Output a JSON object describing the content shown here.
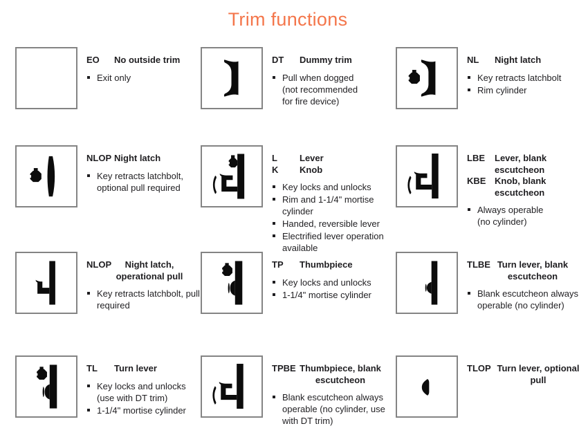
{
  "title": "Trim functions",
  "colors": {
    "title_orange": "#F4764B",
    "text_black": "#1F1E21",
    "box_border_gray": "#848484",
    "icon_black": "#0C0C0C"
  },
  "cells": [
    {
      "id": "eo",
      "icon": "empty-box",
      "header": [
        {
          "code": "EO",
          "name": "No outside trim"
        }
      ],
      "bullets": [
        "Exit only"
      ]
    },
    {
      "id": "dt",
      "icon": "pull-handle",
      "header": [
        {
          "code": "DT",
          "name": "Dummy trim"
        }
      ],
      "bullets": [
        "Pull when dogged (not recommended for fire device)"
      ]
    },
    {
      "id": "nl",
      "icon": "pull-handle-with-rim-cylinder",
      "header": [
        {
          "code": "NL",
          "name": "Night latch"
        }
      ],
      "bullets": [
        "Key retracts latchbolt",
        "Rim cylinder"
      ]
    },
    {
      "id": "nlop",
      "icon": "escutcheon-with-cylinder",
      "header": [
        {
          "code": "NLOP",
          "name": "Night latch"
        }
      ],
      "bullets": [
        "Key retracts latchbolt, optional pull required"
      ]
    },
    {
      "id": "l-k",
      "icon": "lever-with-cylinder",
      "header": [
        {
          "code": "L",
          "name": "Lever"
        },
        {
          "code": "K",
          "name": "Knob"
        }
      ],
      "bullets": [
        "Key locks and unlocks",
        "Rim and 1-1/4\" mortise cylinder",
        "Handed, reversible lever",
        "Electrified lever operation available"
      ]
    },
    {
      "id": "lbe-kbe",
      "icon": "lever-blank-escutcheon",
      "header": [
        {
          "code": "LBE",
          "name": "Lever, blank escutcheon"
        },
        {
          "code": "KBE",
          "name": "Knob, blank escutcheon"
        }
      ],
      "bullets": [
        "Always operable (no cylinder)"
      ]
    },
    {
      "id": "nlop-op",
      "icon": "escutcheon-with-operational-pull",
      "header": [
        {
          "code": "NLOP",
          "name": "Night latch, operational pull"
        }
      ],
      "bullets": [
        "Key retracts latchbolt, pull required"
      ]
    },
    {
      "id": "tp",
      "icon": "thumbpiece-with-cylinder",
      "header": [
        {
          "code": "TP",
          "name": "Thumbpiece"
        }
      ],
      "bullets": [
        "Key locks and unlocks",
        "1-1/4\" mortise cylinder"
      ]
    },
    {
      "id": "tlbe",
      "icon": "turn-lever-blank-escutcheon",
      "header": [
        {
          "code": "TLBE",
          "name": "Turn lever, blank escutcheon"
        }
      ],
      "bullets": [
        "Blank escutcheon always operable (no cylinder)"
      ]
    },
    {
      "id": "tl",
      "icon": "turn-lever-with-cylinder",
      "header": [
        {
          "code": "TL",
          "name": "Turn lever"
        }
      ],
      "bullets": [
        "Key locks and unlocks (use with DT trim)",
        "1-1/4\" mortise cylinder"
      ]
    },
    {
      "id": "tpbe",
      "icon": "thumbpiece-blank-escutcheon",
      "header": [
        {
          "code": "TPBE",
          "name": "Thumbpiece, blank escutcheon"
        }
      ],
      "bullets": [
        "Blank escutcheon always operable (no cylinder, use with DT trim)"
      ]
    },
    {
      "id": "tlop",
      "icon": "turn-lever-only",
      "header": [
        {
          "code": "TLOP",
          "name": "Turn lever, optional pull"
        }
      ],
      "bullets": []
    }
  ]
}
